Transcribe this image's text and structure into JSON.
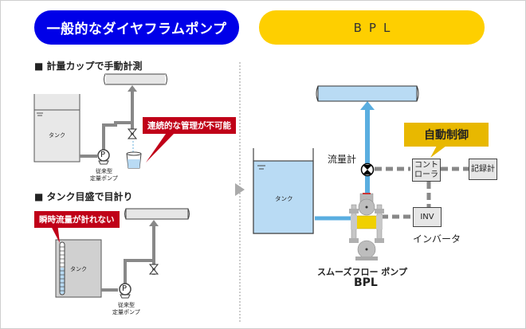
{
  "headers": {
    "left": "一般的なダイヤフラムポンプ",
    "right": "BPL"
  },
  "left_panel": {
    "section1": {
      "title": "■ 計量カップで手動計測",
      "tank_label": "タンク",
      "pump_symbol": "P",
      "pump_label_line1": "従来型",
      "pump_label_line2": "定量ポンプ",
      "callout": "連続的な管理が不可能"
    },
    "section2": {
      "title": "■ タンク目盛で目計り",
      "tank_label": "タンク",
      "pump_symbol": "P",
      "pump_label_line1": "従来型",
      "pump_label_line2": "定量ポンプ",
      "callout": "瞬時流量が計れない"
    }
  },
  "right_panel": {
    "tank_label": "タンク",
    "flowmeter_label": "流量計",
    "auto_control_callout": "自動制御",
    "controller_line1": "コント",
    "controller_line2": "ローラ",
    "recorder_label": "記録計",
    "inverter_box": "INV",
    "inverter_label": "インバータ",
    "pump_name": "スムーズフロー ポンプ",
    "pump_model": "BPL"
  },
  "colors": {
    "left_header_bg": "#0000e8",
    "right_header_bg": "#fecf00",
    "callout_red": "#c00018",
    "callout_yellow": "#e8b800",
    "pipe_blue": "#5aaee0",
    "tank_blue": "#b9dbf4",
    "pipe_gray": "#888888"
  }
}
